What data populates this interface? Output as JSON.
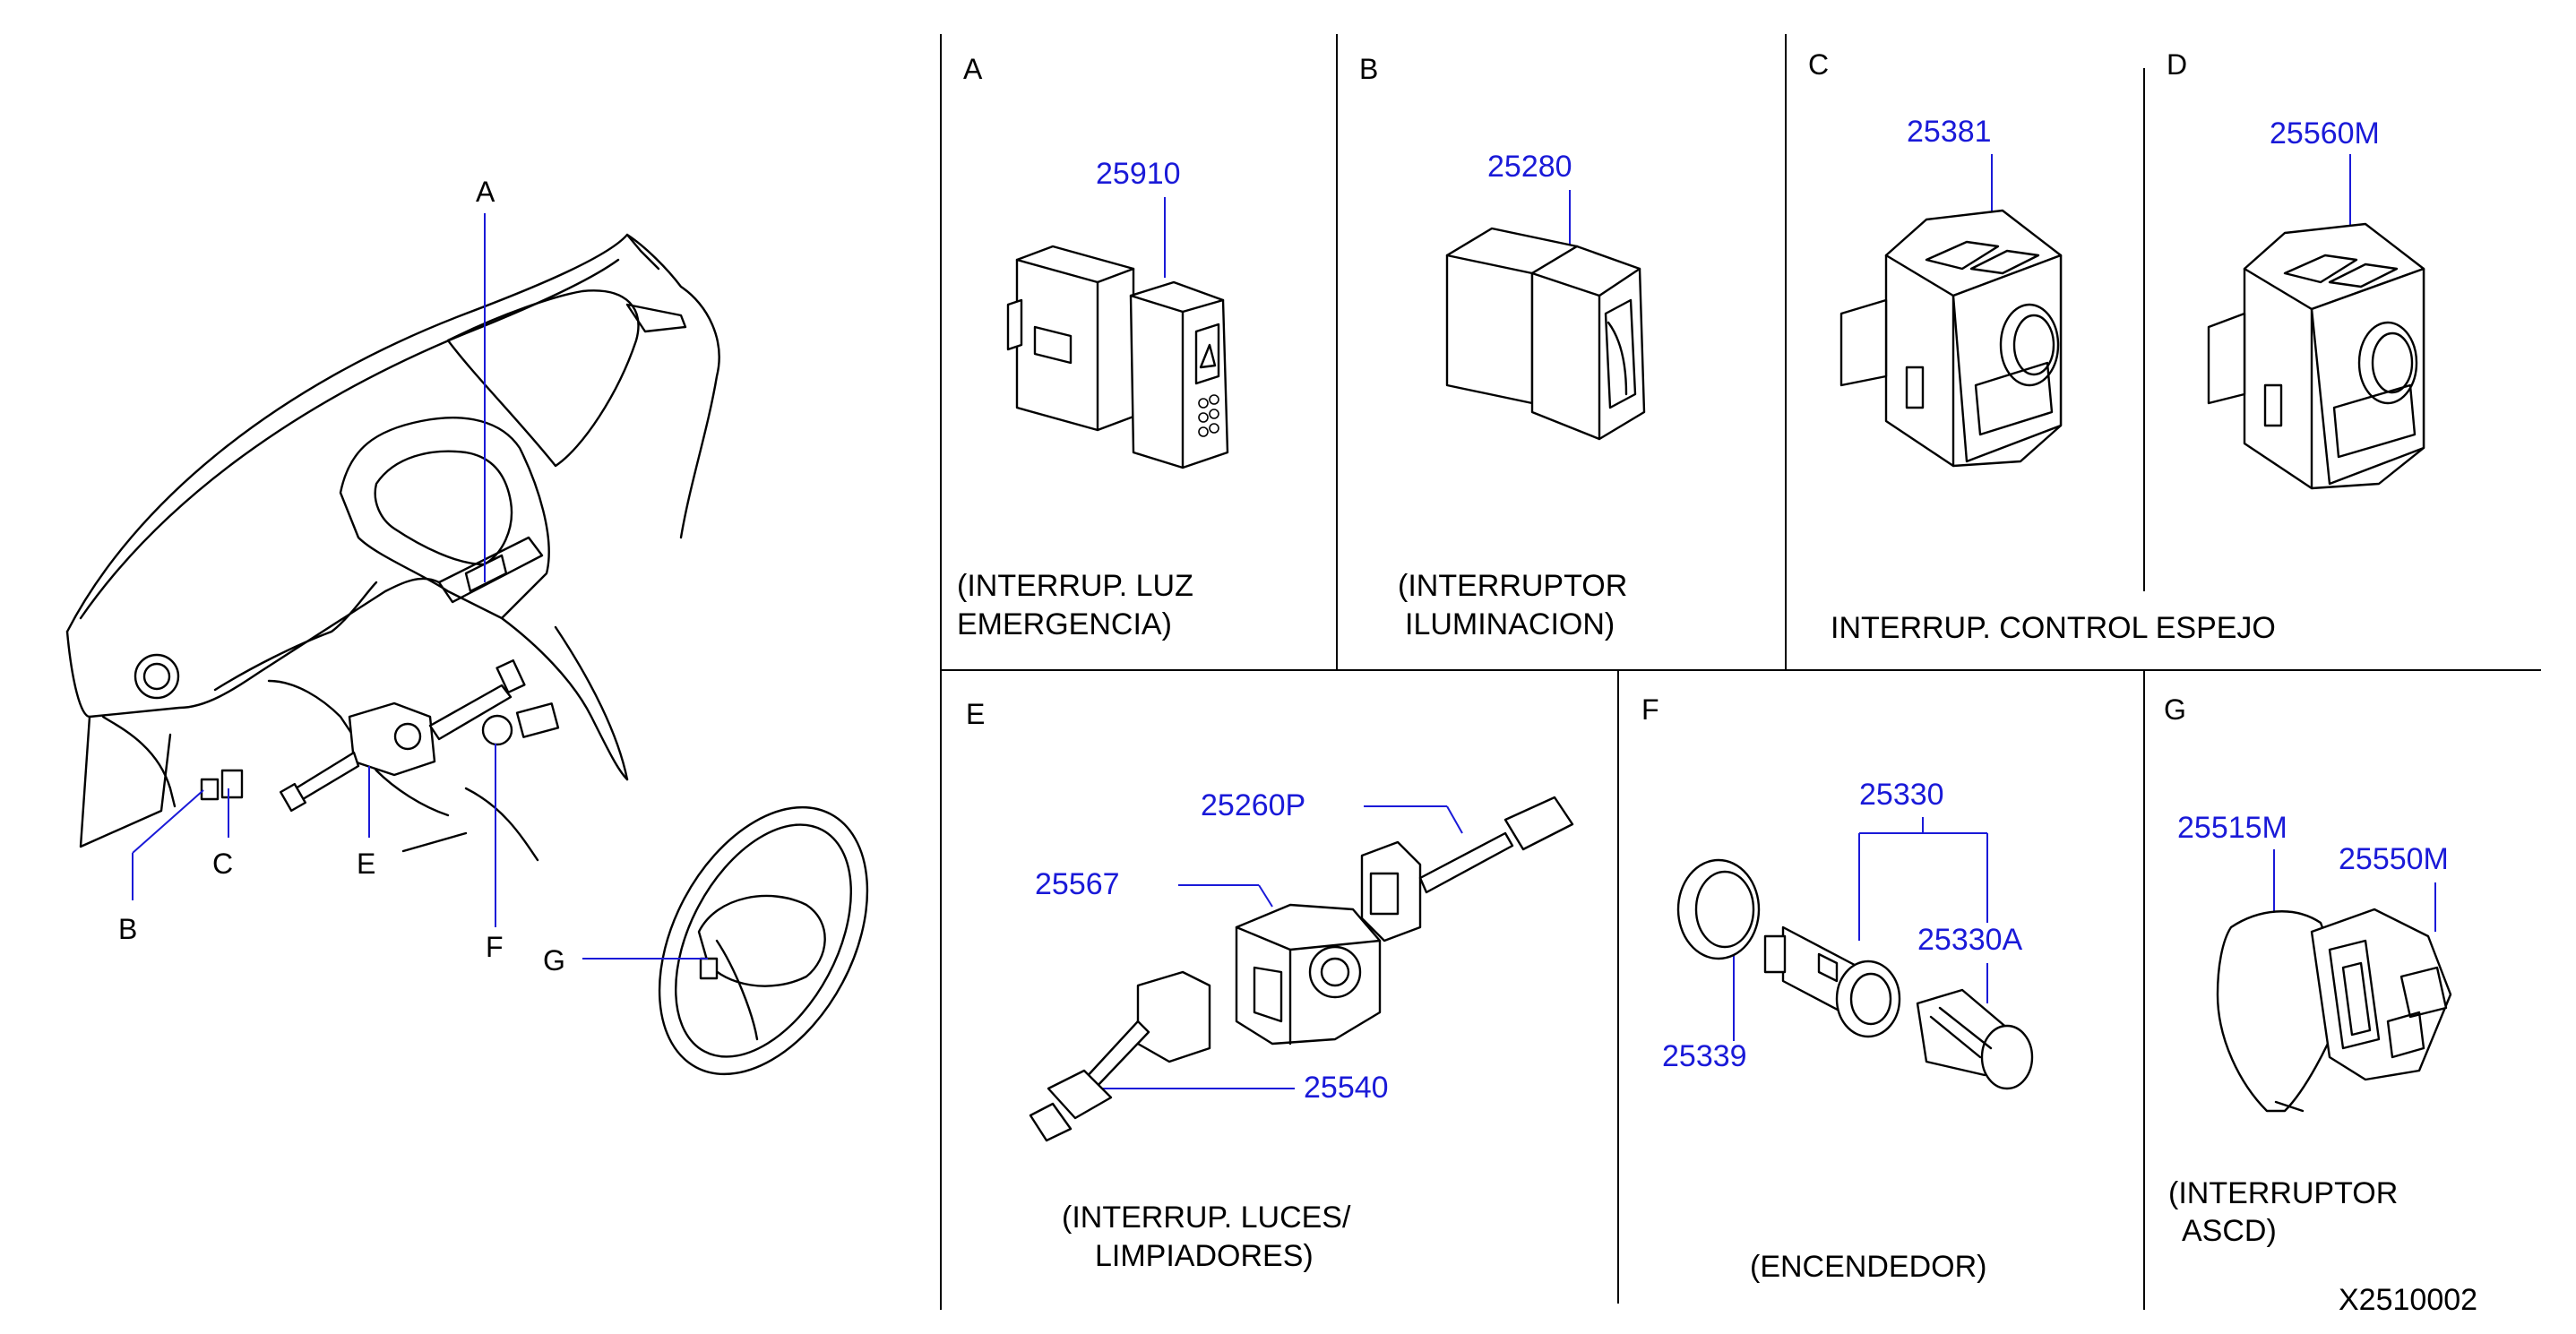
{
  "overview": {
    "callouts": [
      "A",
      "B",
      "C",
      "E",
      "F",
      "G"
    ]
  },
  "panels": {
    "A": {
      "letter": "A",
      "part": "25910",
      "caption_line1": "(INTERRUP.  LUZ",
      "caption_line2": "EMERGENCIA)"
    },
    "B": {
      "letter": "B",
      "part": "25280",
      "caption_line1": "(INTERRUPTOR",
      "caption_line2": "ILUMINACION)"
    },
    "C": {
      "letter": "C",
      "part": "25381"
    },
    "D": {
      "letter": "D",
      "part": "25560M"
    },
    "CD": {
      "caption": "INTERRUP.   CONTROL   ESPEJO"
    },
    "E": {
      "letter": "E",
      "parts": [
        "25260P",
        "25567",
        "25540"
      ],
      "caption_line1": "(INTERRUP.  LUCES/",
      "caption_line2": "LIMPIADORES)"
    },
    "F": {
      "letter": "F",
      "parts": [
        "25330",
        "25330A",
        "25339"
      ],
      "caption": "(ENCENDEDOR)"
    },
    "G": {
      "letter": "G",
      "parts": [
        "25515M",
        "25550M"
      ],
      "caption_line1": "(INTERRUPTOR",
      "caption_line2": "ASCD)"
    }
  },
  "diagram_code": "X2510002"
}
